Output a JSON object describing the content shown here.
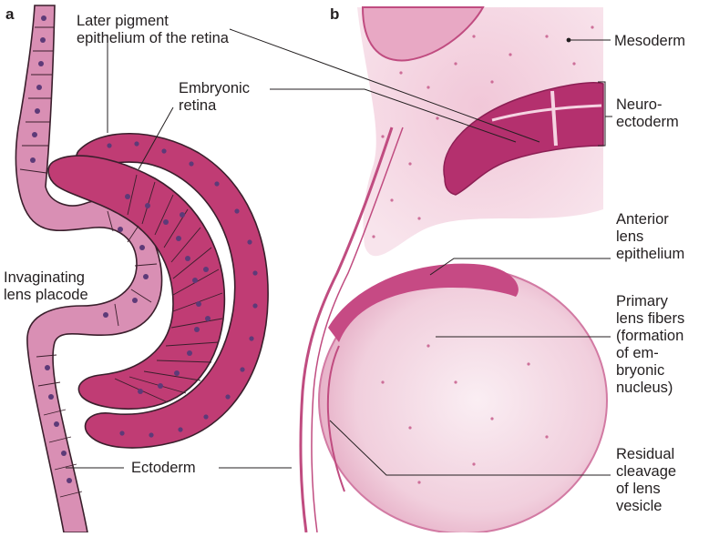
{
  "panels": {
    "a": "a",
    "b": "b"
  },
  "labels": {
    "later_pigment": "Later pigment\nepithelium of the retina",
    "embryonic_retina": "Embryonic\nretina",
    "invaginating": "Invaginating\nlens placode",
    "ectoderm": "Ectoderm",
    "mesoderm": "Mesoderm",
    "neuroectoderm": "Neuro-\nectoderm",
    "anterior_lens": "Anterior\nlens\nepithelium",
    "primary_fibers": "Primary\nlens fibers\n(formation\nof em-\nbryonic\nnucleus)",
    "residual": "Residual\ncleavage\nof lens\nvesicle"
  },
  "colors": {
    "ectoderm_fill": "#d98fb4",
    "retina_fill": "#c03c74",
    "outline": "#3a1f2c",
    "nucleus": "#5d3a78",
    "tissue_pale": "#f4dbe6",
    "tissue_dark": "#b4306e",
    "leader": "#231f20"
  }
}
